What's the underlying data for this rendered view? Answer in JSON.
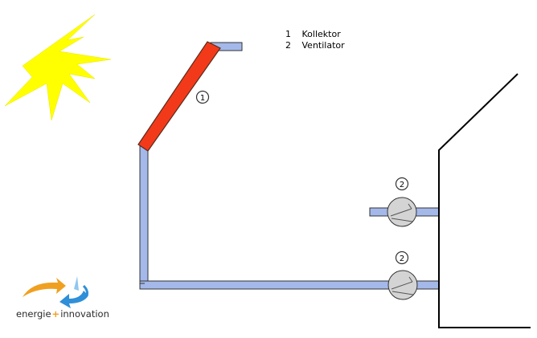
{
  "legend": [
    {
      "number": "1",
      "label": "Kollektor"
    },
    {
      "number": "2",
      "label": "Ventilator"
    }
  ],
  "markers": {
    "collector": "1",
    "fan_upper": "2",
    "fan_lower": "2"
  },
  "logo": {
    "word_left": "energie",
    "plus": "+",
    "word_right": "innovation"
  },
  "icons": [
    "sun-icon",
    "fan-icon",
    "logo-arrows-icon"
  ],
  "colors": {
    "duct": "#a4b8ea",
    "collector": "#f23a1a",
    "sun": "#ffff00",
    "fan": "#d4d4d4",
    "logo_orange": "#f0a020",
    "logo_blue": "#2f8fd8"
  }
}
